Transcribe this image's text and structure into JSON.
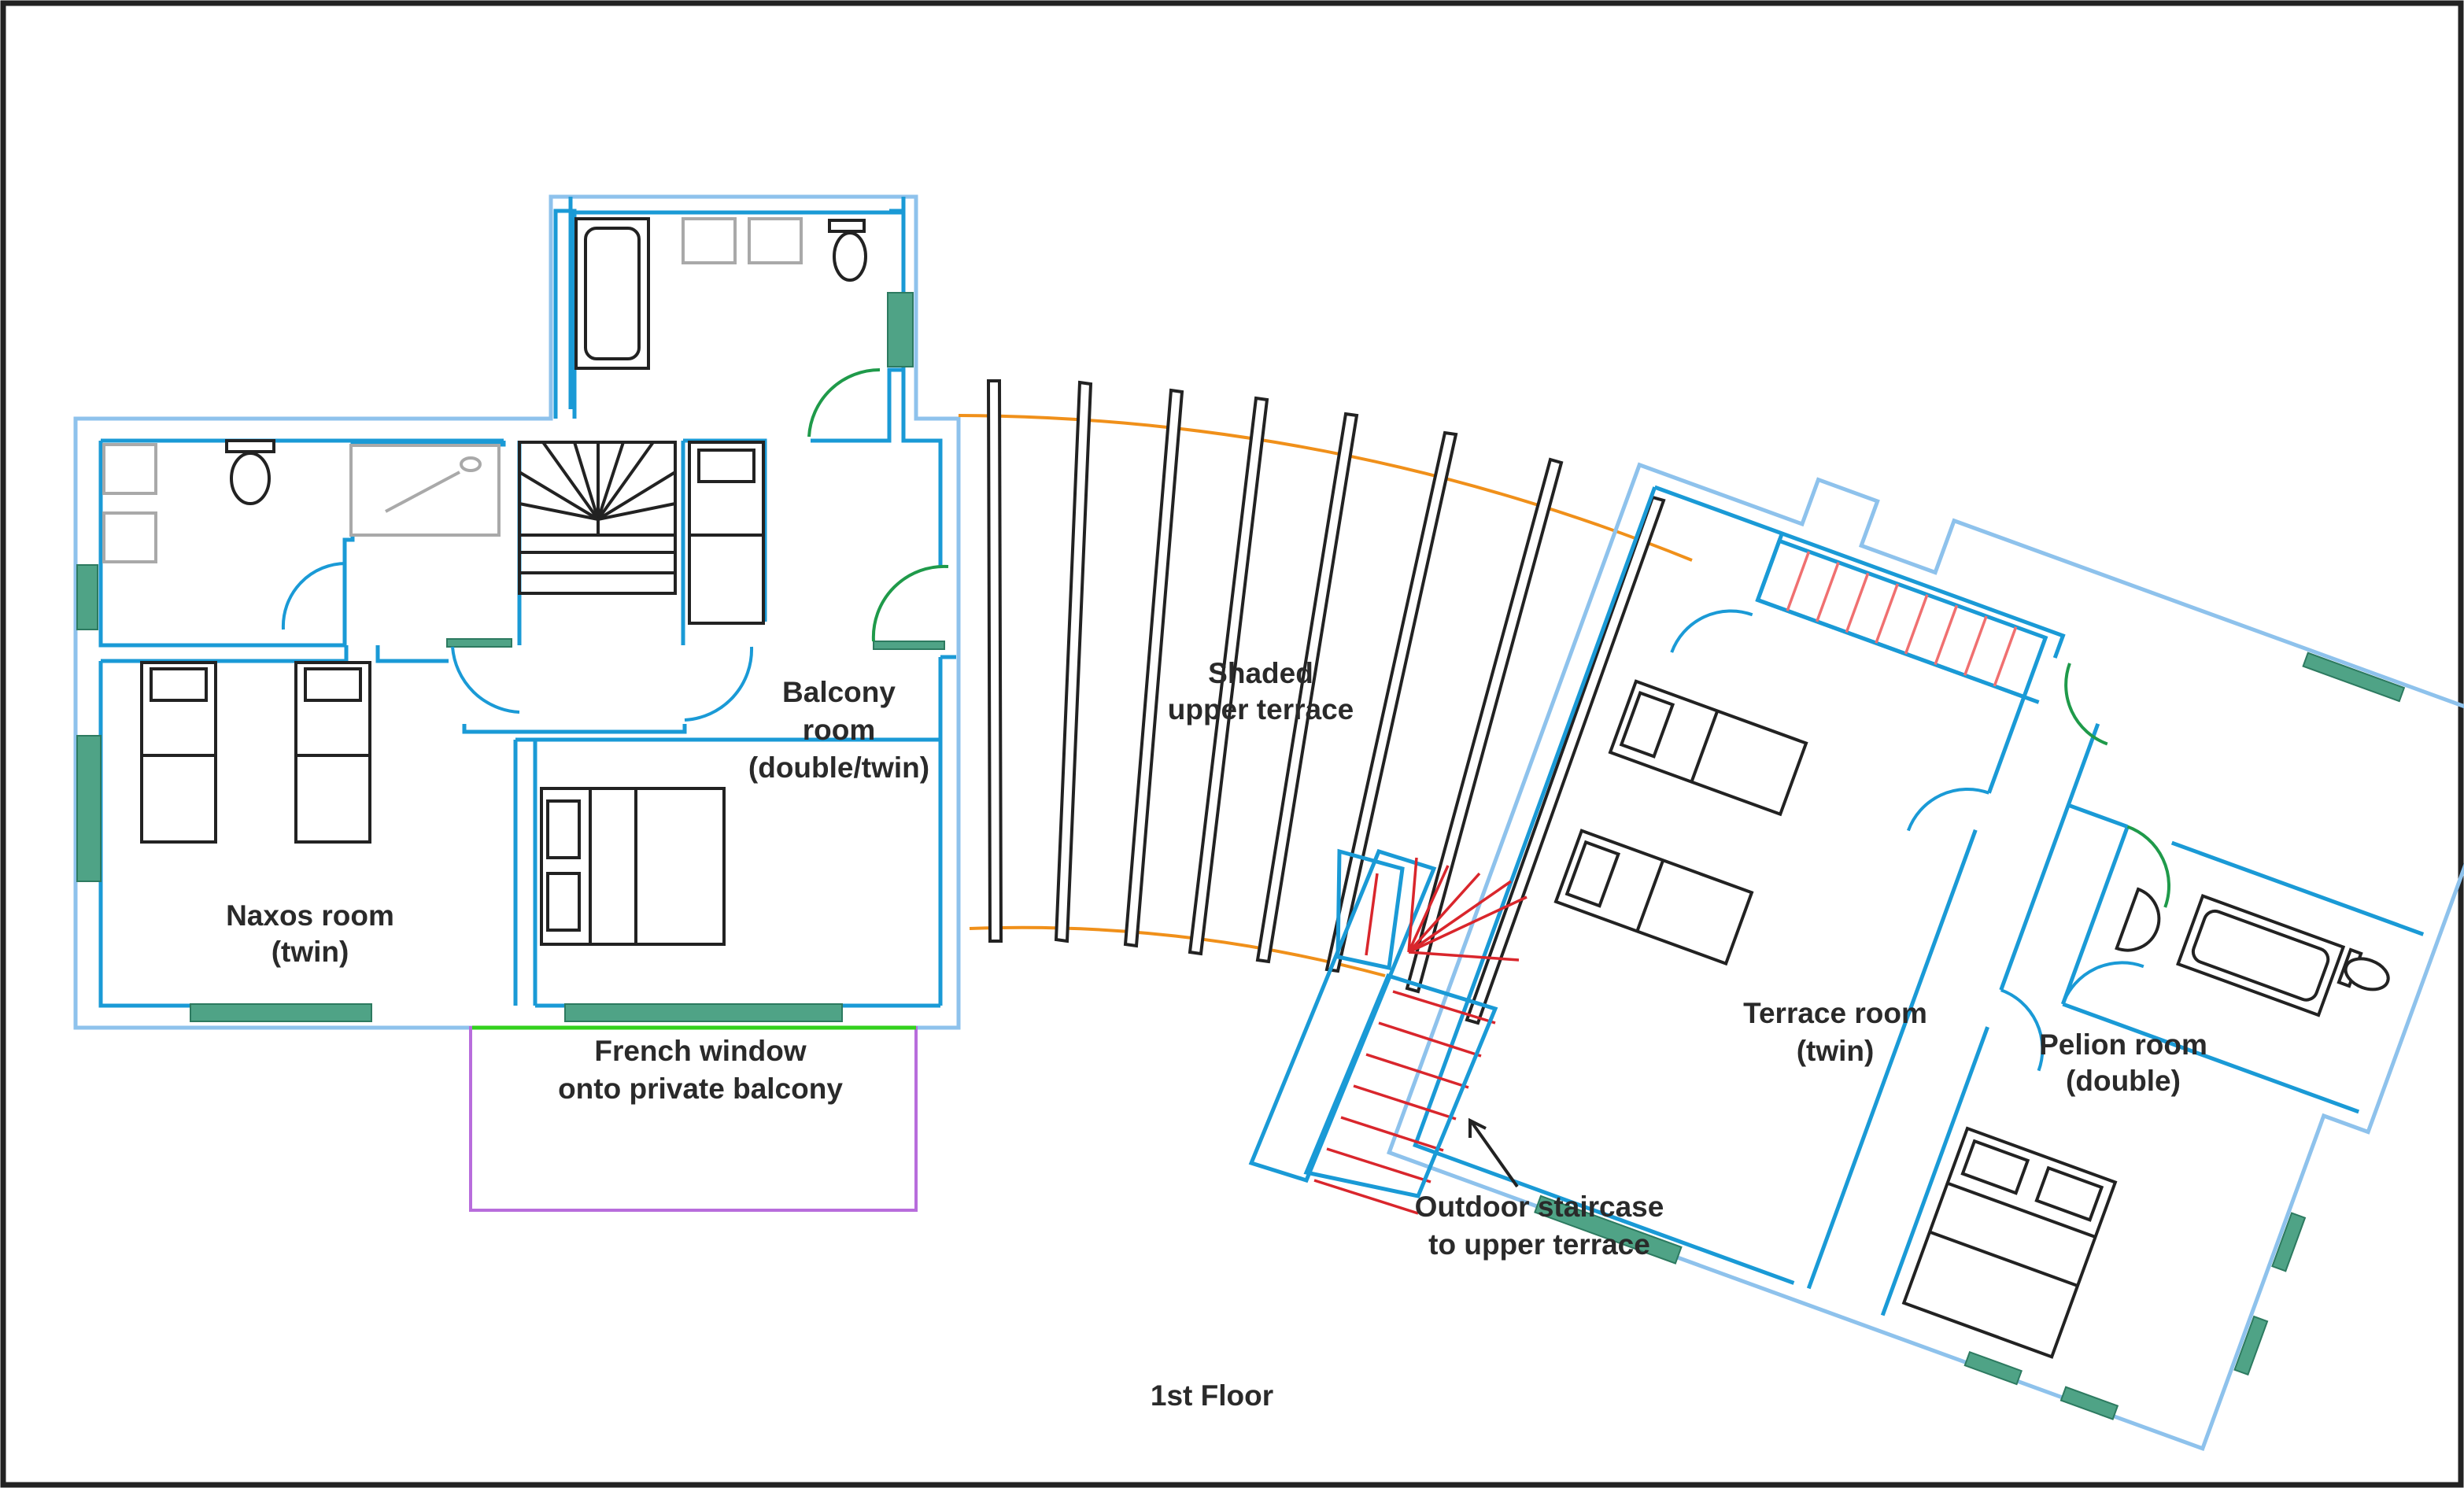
{
  "labels": {
    "naxos_line1": "Naxos room",
    "naxos_line2": "(twin)",
    "balcony_line1": "Balcony",
    "balcony_line2": "room",
    "balcony_line3": "(double/twin)",
    "shaded_line1": "Shaded",
    "shaded_line2": "upper terrace",
    "french_line1": "French window",
    "french_line2": "onto private balcony",
    "terrace_line1": "Terrace room",
    "terrace_line2": "(twin)",
    "pelion_line1": "Pelion room",
    "pelion_line2": "(double)",
    "outdoor_line1": "Outdoor staircase",
    "outdoor_line2": "to upper terrace",
    "floor": "1st Floor"
  },
  "colors": {
    "outer_wall": "#8ec2ec",
    "inner_wall": "#1a9ad6",
    "window": "#4fa386",
    "door": "#1f9a4a",
    "terrace_edge": "#f0901a",
    "balcony_outline": "#b86ddc",
    "french_window": "#32d11c",
    "outdoor_stair": "#d9262c",
    "furniture": "#222222",
    "sanitary": "#a9a9a9"
  }
}
